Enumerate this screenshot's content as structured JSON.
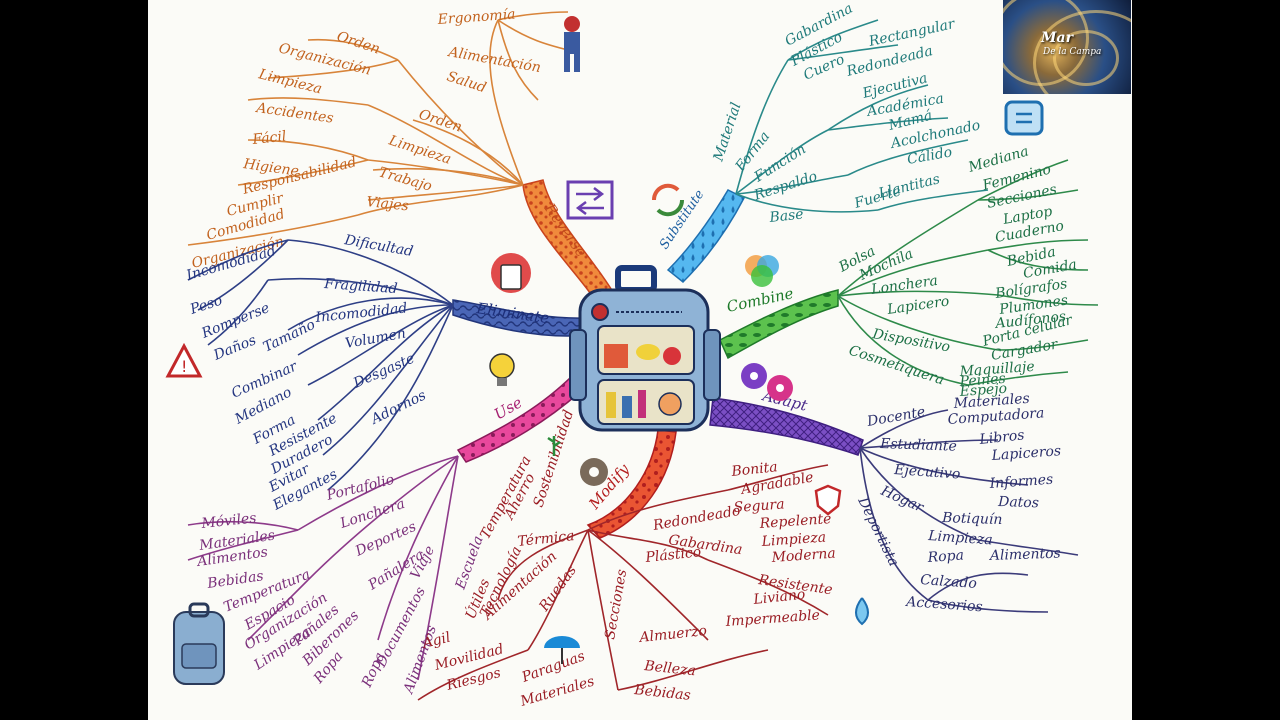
{
  "logo": {
    "line1": "Mar",
    "line2": "De la Campa"
  },
  "center": {
    "name": "backpack"
  },
  "branches": {
    "reverse": {
      "label": "Reverse",
      "color": "#e07a2e"
    },
    "eliminate": {
      "label": "Eliminate",
      "color": "#3a55a8"
    },
    "use": {
      "label": "Use",
      "color": "#d6338a"
    },
    "modify": {
      "label": "Modify",
      "color": "#d9442a"
    },
    "adapt": {
      "label": "Adapt",
      "color": "#6b3fb0"
    },
    "combine": {
      "label": "Combine",
      "color": "#3aa83a"
    },
    "substitute": {
      "label": "Substitute",
      "color": "#2f8fd6"
    }
  },
  "reverse_words": [
    "Orden",
    "Organización",
    "Limpieza",
    "Accidentes",
    "Fácil",
    "Higiene",
    "Responsabilidad",
    "Cumplir",
    "Comodidad",
    "Organización",
    "Ergonomía",
    "Alimentación",
    "Salud",
    "Orden",
    "Limpieza",
    "Trabajo",
    "Viajes"
  ],
  "eliminate_words": [
    "Dificultad",
    "Incomodidad",
    "Peso",
    "Romperse",
    "Daños",
    "Fragilidad",
    "Incomodidad",
    "Tamaño",
    "Combinar",
    "Volumen",
    "Mediano",
    "Forma",
    "Desgaste",
    "Resistente",
    "Duradero",
    "Adornos",
    "Evitar",
    "Elegantes"
  ],
  "use_words": [
    "Portafolio",
    "Móviles",
    "Materiales",
    "Alimentos",
    "Bebidas",
    "Lonchera",
    "Deportes",
    "Temperatura",
    "Espacio",
    "Organización",
    "Limpieza",
    "Pañalera",
    "Pañales",
    "Biberones",
    "Ropa",
    "Viaje",
    "Documentos",
    "Ropa",
    "Alimentos",
    "Escuela"
  ],
  "modify_words": [
    "Temperatura",
    "Aherro",
    "Sostenibilidad",
    "Térmica",
    "Útiles",
    "Tecnología",
    "Alimentación",
    "Ruedas",
    "Ágil",
    "Movilidad",
    "Riesgos",
    "Paraguas",
    "Materiales",
    "Secciones",
    "Almuerzo",
    "Belleza",
    "Bebidas",
    "Bonita",
    "Agradable",
    "Segura",
    "Redondeado",
    "Gabardina",
    "Repelente",
    "Limpieza",
    "Moderna",
    "Plástico",
    "Resistente",
    "Liviano",
    "Impermeable"
  ],
  "adapt_words": [
    "Docente",
    "Materiales",
    "Computadora",
    "Estudiante",
    "Libros",
    "Lapiceros",
    "Ejecutivo",
    "Informes",
    "Datos",
    "Hogar",
    "Botiquín",
    "Limpieza",
    "Deportista",
    "Ropa",
    "Alimentos",
    "Calzado",
    "Accesorios"
  ],
  "combine_words": [
    "Bolsa",
    "Mediana",
    "Femenino",
    "Secciones",
    "Mochila",
    "Laptop",
    "Cuaderno",
    "Lonchera",
    "Bebida",
    "Comida",
    "Lapicero",
    "Bolígrafos",
    "Plumones",
    "Dispositivo",
    "Audífonos",
    "Porta celular",
    "Cosmetiquera",
    "Cargador",
    "Maquillaje",
    "Peines",
    "Espejo"
  ],
  "substitute_words": [
    "Material",
    "Gabardina",
    "Plástico",
    "Cuero",
    "Rectangular",
    "Forma",
    "Redondeada",
    "Función",
    "Ejecutiva",
    "Académica",
    "Mamá",
    "Respaldo",
    "Acolchonado",
    "Cálido",
    "Base",
    "Fuerte",
    "Llantitas"
  ]
}
